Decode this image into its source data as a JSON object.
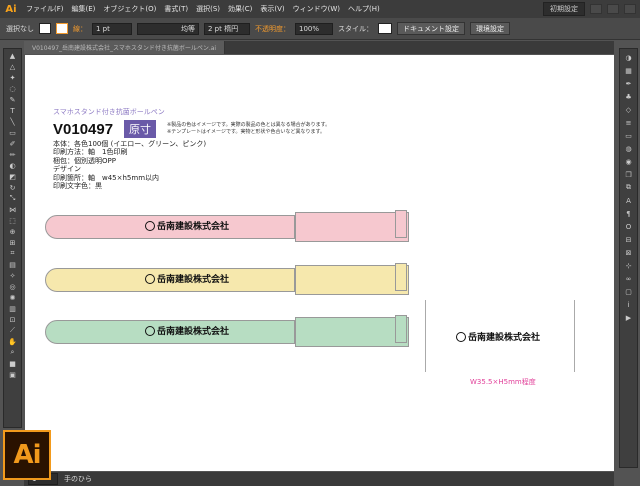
{
  "app": {
    "logo": "Ai",
    "big_logo": "Ai",
    "workspace": "初期設定"
  },
  "menu": [
    "ファイル(F)",
    "編集(E)",
    "オブジェクト(O)",
    "書式(T)",
    "選択(S)",
    "効果(C)",
    "表示(V)",
    "ウィンドウ(W)",
    "ヘルプ(H)"
  ],
  "control": {
    "selection": "選択なし",
    "stroke_label": "線：",
    "stroke_weight": "1 pt",
    "line_style": "均等",
    "brush": "2 pt 楕円",
    "opacity_label": "不透明度：",
    "opacity": "100%",
    "style_label": "スタイル：",
    "doc_settings": "ドキュメント設定",
    "prefs": "環境設定"
  },
  "tab": {
    "label": "V010497_岳南建設株式会社_スマホスタンド付き抗菌ボールペン.ai"
  },
  "doc": {
    "subtitle": "スマホスタンド付き抗菌ボールペン",
    "code": "V010497",
    "badge": "原寸",
    "note1": "※製品の色はイメージです。実際の製品の色とは異なる場合があります。",
    "note2": "※テンプレートはイメージです。実物と形状や色合いなど異なります。",
    "specs": [
      "本体：各色100個 (イエロー、グリーン、ピンク)",
      "印刷方法：軸　1色印刷",
      "梱包：個別透明OPP",
      "デザイン",
      "印刷箇所：軸　w45×h5mm以内",
      "印刷文字色：黒"
    ],
    "company": "岳南建設株式会社",
    "size_caption": "W35.5×H5mm程度"
  },
  "pens": [
    {
      "color": "#f6c8cf"
    },
    {
      "color": "#f6e8ad"
    },
    {
      "color": "#b7ddc2"
    }
  ],
  "status": {
    "zoom": "1",
    "tool": "手のひら"
  }
}
